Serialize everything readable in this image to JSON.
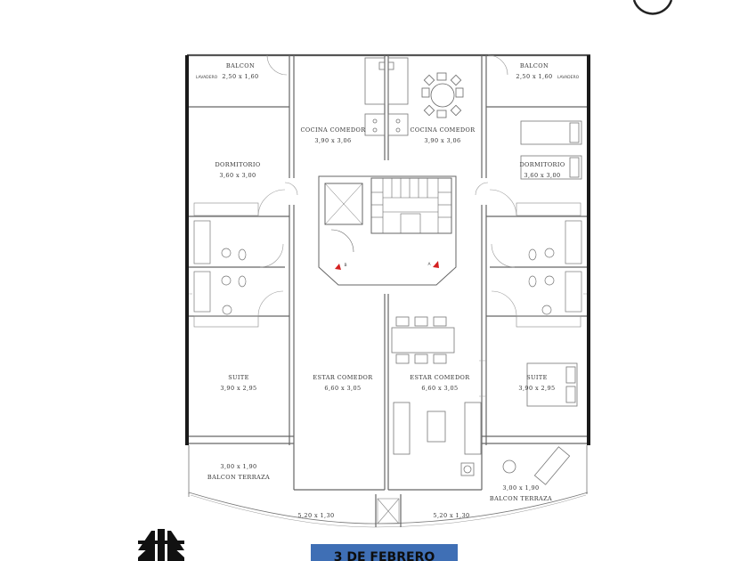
{
  "rooms": {
    "balcon_left": {
      "name": "BALCON",
      "dims": "2,50 x 1,60"
    },
    "balcon_right": {
      "name": "BALCON",
      "dims": "2,50 x 1,60"
    },
    "lavadero_left": "LAVADERO",
    "lavadero_right": "LAVADERO",
    "cocina_left": {
      "name": "COCINA COMEDOR",
      "dims": "3,90 x 3,06"
    },
    "cocina_right": {
      "name": "COCINA COMEDOR",
      "dims": "3,90 x 3,06"
    },
    "dormitorio_left": {
      "name": "DORMITORIO",
      "dims": "3,60 x 3,00"
    },
    "dormitorio_right": {
      "name": "DORMITORIO",
      "dims": "3,60 x 3,00"
    },
    "suite_left": {
      "name": "SUITE",
      "dims": "3,90 x 2,95"
    },
    "suite_right": {
      "name": "SUITE",
      "dims": "3,90 x 2,95"
    },
    "estar_left": {
      "name": "ESTAR COMEDOR",
      "dims": "6,60 x 3,05"
    },
    "estar_right": {
      "name": "ESTAR COMEDOR",
      "dims": "6,60 x 3,05"
    },
    "terraza_left": {
      "name": "BALCON TERRAZA",
      "dims": "3,00 x 1,90"
    },
    "terraza_right": {
      "name": "BALCON TERRAZA",
      "dims": "3,00 x 1,90"
    },
    "front_left": {
      "dims": "5,20 x 1,30"
    },
    "front_right": {
      "dims": "5,20 x 1,30"
    }
  },
  "elevator_marks": {
    "left": "B",
    "right": "A"
  },
  "banner": {
    "text": "3 DE FEBRERO",
    "color": "#3f6fb5"
  },
  "logo": {
    "icon": "building-logo-icon"
  }
}
